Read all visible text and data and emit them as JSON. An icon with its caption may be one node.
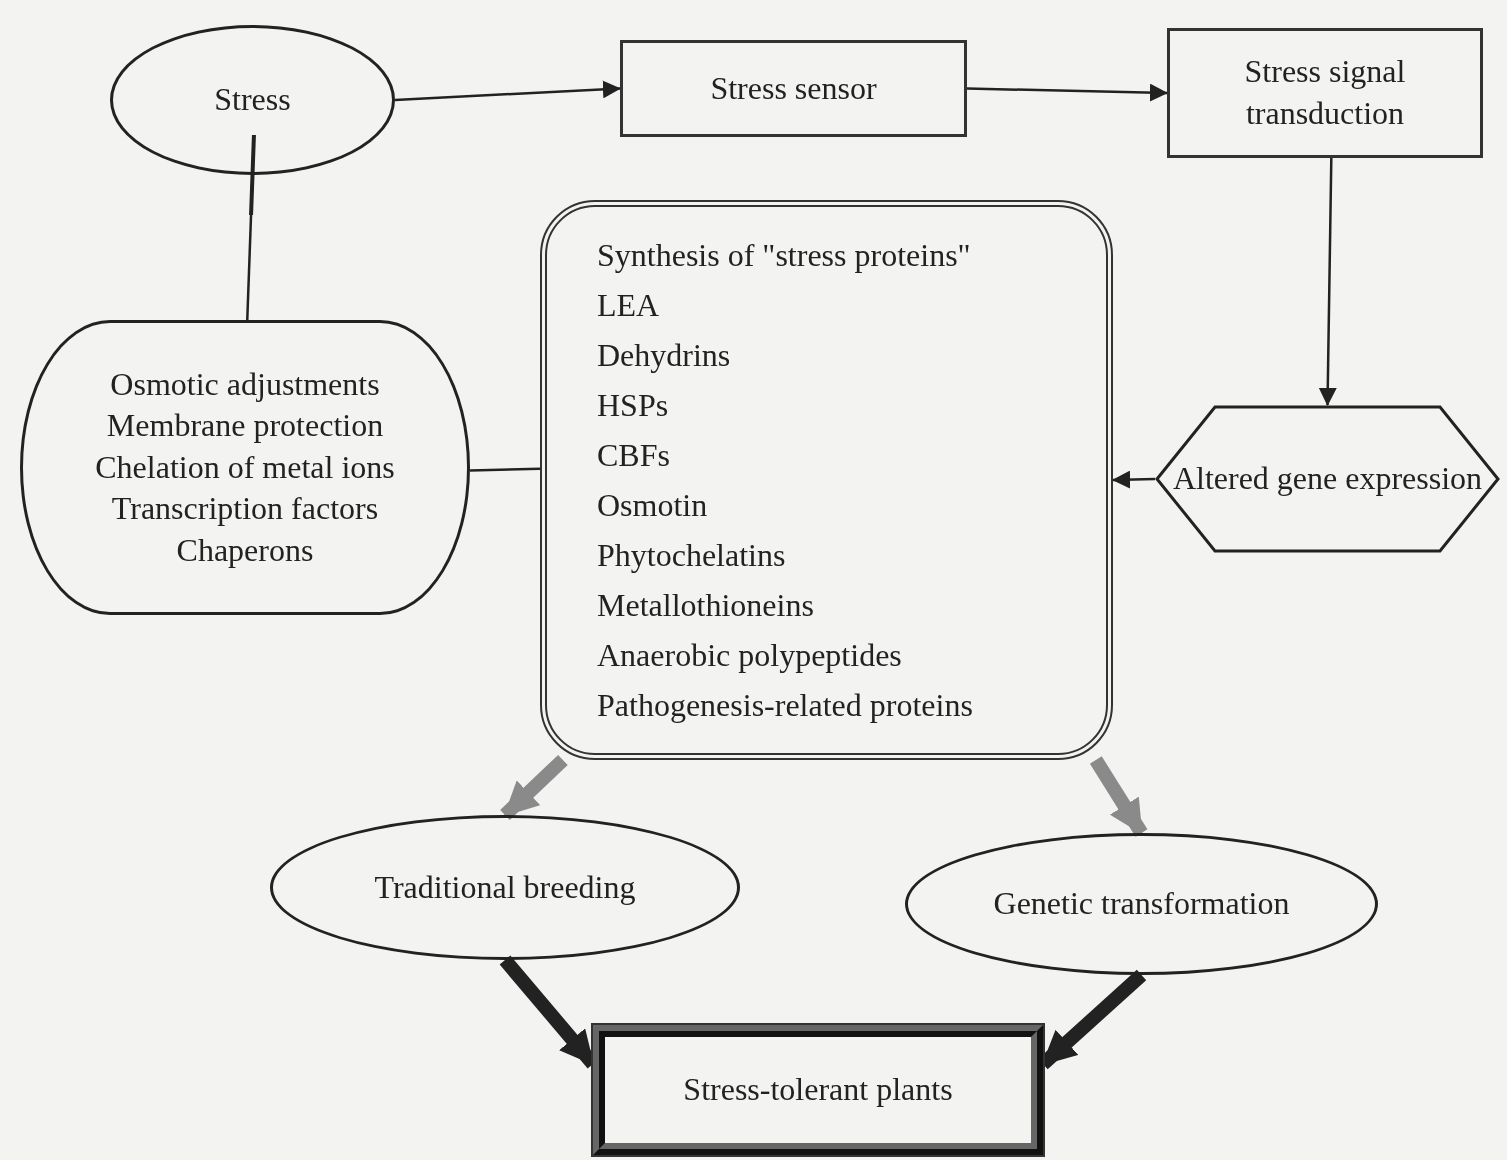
{
  "diagram": {
    "nodes": [
      {
        "text": [
          "Stress"
        ]
      },
      {
        "text": [
          "Stress sensor"
        ]
      },
      {
        "text": [
          "Stress signal transduction"
        ]
      },
      {
        "text": [
          "Altered gene expression"
        ]
      },
      {
        "text": [
          "Synthesis of \"stress proteins\"",
          "LEA",
          "Dehydrins",
          "HSPs",
          "CBFs",
          "Osmotin",
          "Phytochelatins",
          "Metallothioneins",
          "Anaerobic polypeptides",
          "Pathogenesis-related proteins"
        ]
      },
      {
        "text": [
          "Osmotic adjustments",
          "Membrane protection",
          "Chelation of metal ions",
          "Transcription factors",
          "Chaperons"
        ]
      },
      {
        "text": [
          "Traditional breeding"
        ]
      },
      {
        "text": [
          "Genetic transformation"
        ]
      },
      {
        "text": [
          "Stress-tolerant plants"
        ]
      }
    ],
    "edges": [
      {
        "from": 0,
        "to": 1,
        "arrow": "to"
      },
      {
        "from": 1,
        "to": 2,
        "arrow": "to"
      },
      {
        "from": 2,
        "to": 3,
        "arrow": "to"
      },
      {
        "from": 3,
        "to": 4,
        "arrow": "to"
      },
      {
        "from": 5,
        "to": 0,
        "arrow": "other"
      },
      {
        "from": 4,
        "to": 5,
        "arrow": "none"
      },
      {
        "from": 4,
        "to": 6,
        "arrow": "to",
        "style": "thick",
        "color": "#8a8a8a"
      },
      {
        "from": 4,
        "to": 7,
        "arrow": "to",
        "style": "thick",
        "color": "#8a8a8a"
      },
      {
        "from": 6,
        "to": 8,
        "arrow": "to",
        "style": "thick"
      },
      {
        "from": 7,
        "to": 8,
        "arrow": "to",
        "style": "thick"
      }
    ]
  }
}
